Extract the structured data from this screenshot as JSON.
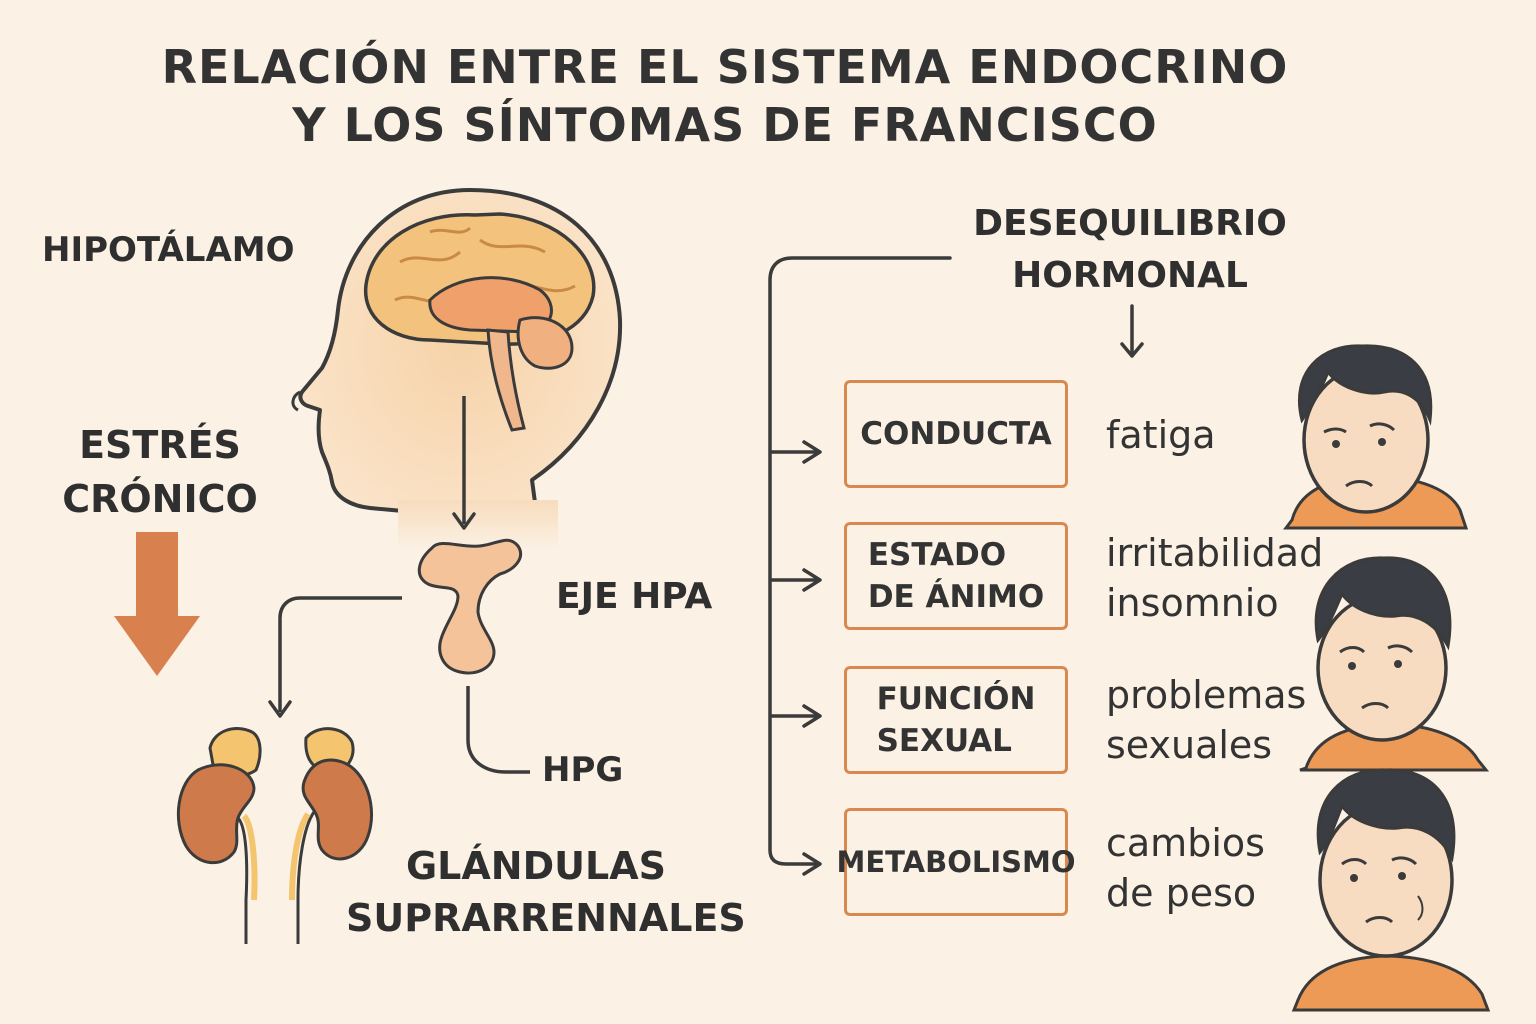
{
  "title": {
    "line1": "RELACIÓN ENTRE EL SISTEMA ENDOCRINO",
    "line2": "Y LOS SÍNTOMAS DE FRANCISCO"
  },
  "labels": {
    "hipotalamo": "HIPOTÁLAMO",
    "estres_line1": "ESTRÉS",
    "estres_line2": "CRÓNICO",
    "eje_hpa": "EJE HPA",
    "hpg": "HPG",
    "glandulas_line1": "GLÁNDULAS",
    "glandulas_line2": "SUPRARRENNALES",
    "desequilibrio_line1": "DESEQUILIBRIO",
    "desequilibrio_line2": "HORMONAL"
  },
  "categories": [
    {
      "lines": [
        "CONDUCTA"
      ],
      "symptoms": [
        "fatiga"
      ]
    },
    {
      "lines": [
        "ESTADO",
        "DE ÁNIMO"
      ],
      "symptoms": [
        "irritabilidad",
        "insomnio"
      ]
    },
    {
      "lines": [
        "FUNCIÓN",
        "SEXUAL"
      ],
      "symptoms": [
        "problemas",
        "sexuales"
      ]
    },
    {
      "lines": [
        "METABOLISMO"
      ],
      "symptoms": [
        "cambios",
        "de peso"
      ]
    }
  ],
  "colors": {
    "background": "#fbf1e4",
    "box_border": "#d9894f",
    "stress_arrow": "#d9804f",
    "brain": "#f3c37e",
    "kidney": "#cf7a4a",
    "shirt": "#ee9a57",
    "hair": "#3a3d44"
  },
  "icons": [
    "head-brain-icon",
    "pituitary-icon",
    "kidneys-icon",
    "stress-down-arrow-icon",
    "sad-face-icon"
  ]
}
